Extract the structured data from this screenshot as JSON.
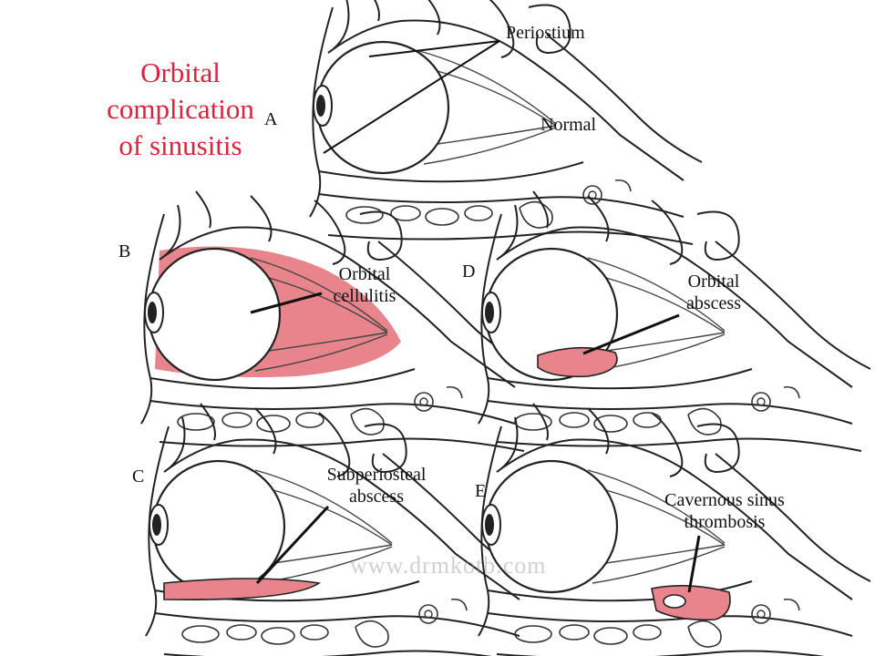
{
  "title": {
    "lines": [
      "Orbital",
      "complication",
      "of sinusitis"
    ]
  },
  "panels": {
    "A": {
      "letter": "A",
      "caption": "Normal",
      "structure": "Periostium"
    },
    "B": {
      "letter": "B",
      "label_lines": [
        "Orbital",
        "cellulitis"
      ]
    },
    "C": {
      "letter": "C",
      "label_lines": [
        "Subperiosteal",
        "abscess"
      ]
    },
    "D": {
      "letter": "D",
      "label_lines": [
        "Orbital",
        "abscess"
      ]
    },
    "E": {
      "letter": "E",
      "label_lines": [
        "Cavernous sinus",
        "thrombosis"
      ]
    }
  },
  "watermark": "www.drmkotb.com",
  "colors": {
    "title": "#d9243c",
    "pathology": "#e8858c",
    "line": "#222222"
  }
}
